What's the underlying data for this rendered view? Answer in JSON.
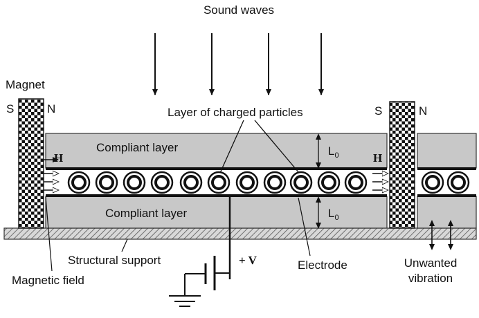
{
  "labels": {
    "sound_waves": "Sound waves",
    "magnet": "Magnet",
    "layer_of_charged_particles": "Layer of charged particles",
    "compliant_layer_top": "Compliant layer",
    "compliant_layer_bottom": "Compliant layer",
    "structural_support": "Structural support",
    "magnetic_field": "Magnetic field",
    "electrode": "Electrode",
    "unwanted_vibration_line1": "Unwanted",
    "unwanted_vibration_line2": "vibration",
    "voltage": "+ V"
  },
  "symbols": {
    "south": "S",
    "north": "N",
    "field_h": "H",
    "thickness": "L",
    "thickness_subscript": "0"
  },
  "colors": {
    "compliant_layer": "#c8c8c8",
    "electrode": "#111111",
    "ground_hatch": "#555555",
    "magnet_checker": "#111111"
  }
}
